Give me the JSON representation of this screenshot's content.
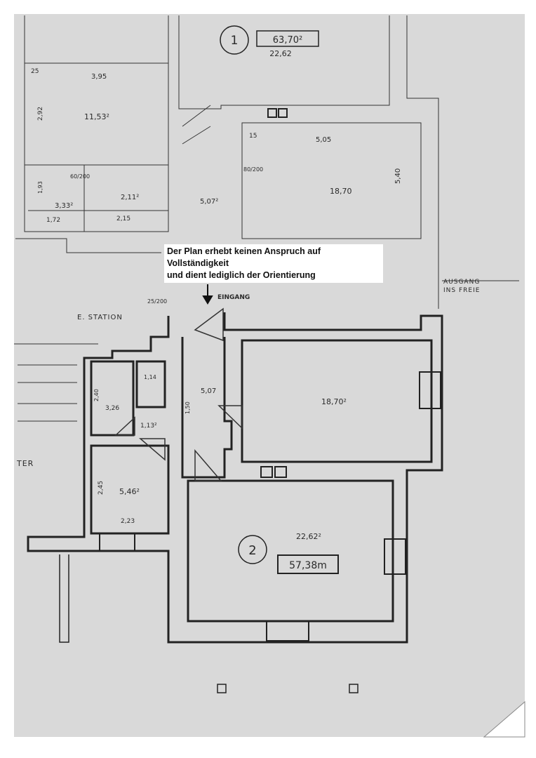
{
  "notice": {
    "line1": "Der Plan erhebt keinen Anspruch auf Vollständigkeit",
    "line2": "und dient lediglich der Orientierung"
  },
  "unit1": {
    "number": "1",
    "area_total": "63,70²",
    "area_sub": "22,62"
  },
  "unit2": {
    "number": "2",
    "area_total": "57,38m",
    "area_sub": "22,62²"
  },
  "labels": {
    "entrance": "EINGANG",
    "station": "E. STATION",
    "exit_line1": "AUSGANG",
    "exit_line2": "INS FREIE",
    "ter": "TER"
  },
  "measures": {
    "top_left_width": "3,95",
    "top_left_area": "11,53²",
    "top_left_height": "2,92",
    "top_left_mark": "25",
    "small_area_a": "3,33²",
    "small_area_b": "2,11²",
    "small_width_a": "1,72",
    "small_width_b": "2,15",
    "small_height": "1,93",
    "small_door": "60/200",
    "hall_area_top": "5,07²",
    "big_room_width": "5,05",
    "big_room_area_top": "18,70",
    "big_room_height": "5,40",
    "mark_15": "15",
    "door_80_200": "80/200",
    "door_25_200": "25/200",
    "wc_area": "1,14",
    "bath_width": "2,40",
    "bath_area": "3,26",
    "hall_small_area": "1,13²",
    "hall_area": "5,07",
    "hall_width": "1,50",
    "room_area": "18,70²",
    "room_left_area": "5,46²",
    "room_left_height": "2,45",
    "room_left_width": "2,23"
  }
}
